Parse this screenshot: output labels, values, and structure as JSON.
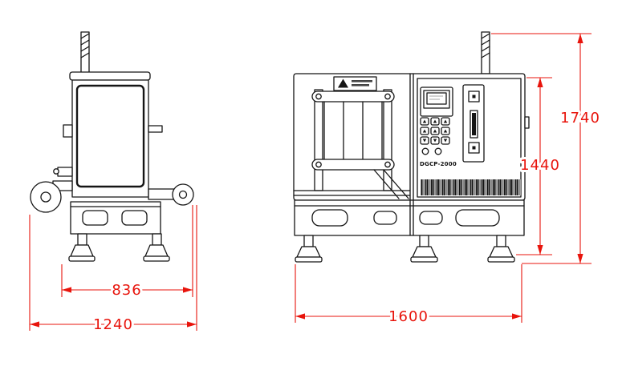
{
  "colors": {
    "line": "#151515",
    "dimension": "#e8140c",
    "background": "#ffffff"
  },
  "views": {
    "side": {
      "dim_feet_width": "836",
      "dim_overall_width": "1240"
    },
    "front": {
      "dim_width": "1600",
      "dim_body_height": "1440",
      "dim_overall_height": "1740",
      "model_label": "DGCP-2000"
    }
  }
}
